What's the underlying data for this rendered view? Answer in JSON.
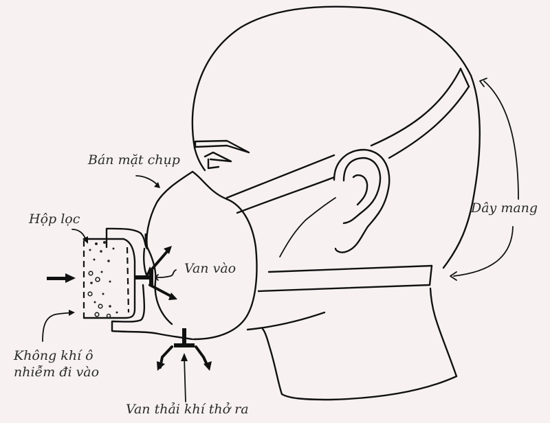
{
  "diagram": {
    "subject": "Half-face respirator worn on a human head (side profile)",
    "background_color": "#f7f1f2",
    "line_color": "#111111",
    "labels": {
      "half_mask": "Bán mặt chụp",
      "filter_cartridge": "Hộp lọc",
      "inhalation_valve": "Van vào",
      "head_straps": "Dây mang",
      "polluted_air_in_line1": "Không khí ô",
      "polluted_air_in_line2": "nhiễm đi vào",
      "exhalation_valve": "Van thải khí thở ra"
    },
    "components": [
      {
        "id": "head",
        "label": ""
      },
      {
        "id": "half-mask",
        "label": "Bán mặt chụp"
      },
      {
        "id": "filter-cartridge",
        "label": "Hộp lọc"
      },
      {
        "id": "inhalation-valve",
        "label": "Van vào"
      },
      {
        "id": "exhalation-valve",
        "label": "Van thải khí thở ra"
      },
      {
        "id": "upper-strap",
        "label": "Dây mang"
      },
      {
        "id": "lower-strap",
        "label": "Dây mang"
      }
    ]
  }
}
